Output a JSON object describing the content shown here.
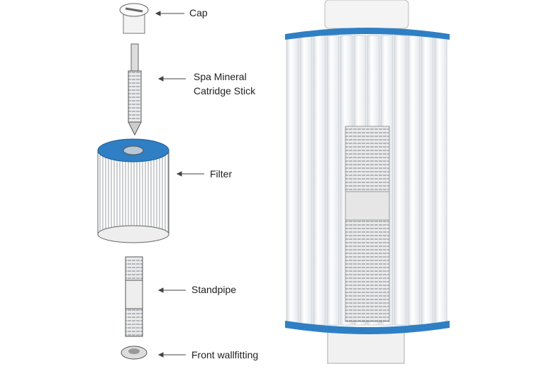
{
  "labels": {
    "cap": "Cap",
    "stick_line1": "Spa Mineral",
    "stick_line2": "Catridge Stick",
    "filter": "Filter",
    "standpipe": "Standpipe",
    "wallfitting": "Front wallfitting"
  },
  "colors": {
    "filter_band": "#2f7fc4",
    "pleat": "#f4f6f8",
    "shadow": "#c9ced3"
  }
}
